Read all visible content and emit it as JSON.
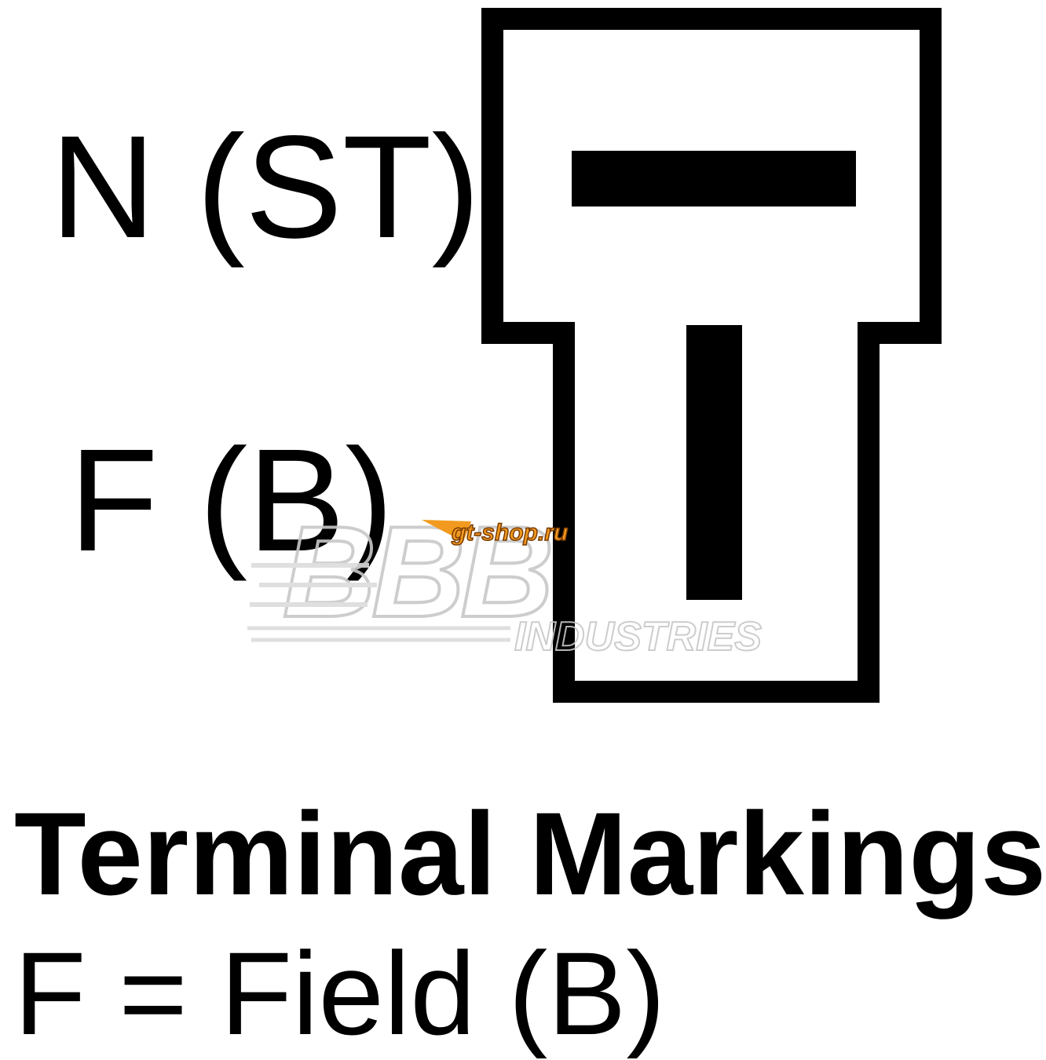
{
  "terminals": {
    "n_label": "N (ST)",
    "f_label": "F (B)"
  },
  "legend": {
    "heading": "Terminal Markings",
    "line": "F = Field (B)"
  },
  "watermarks": {
    "site_logo": "gt-shop.ru",
    "brand_logo": "BBB",
    "brand_sub": "INDUSTRIES"
  },
  "colors": {
    "ink": "#000000",
    "background": "#ffffff",
    "site_logo_orange": "#f29a1f",
    "brand_logo_gray": "#d9d9d9"
  }
}
